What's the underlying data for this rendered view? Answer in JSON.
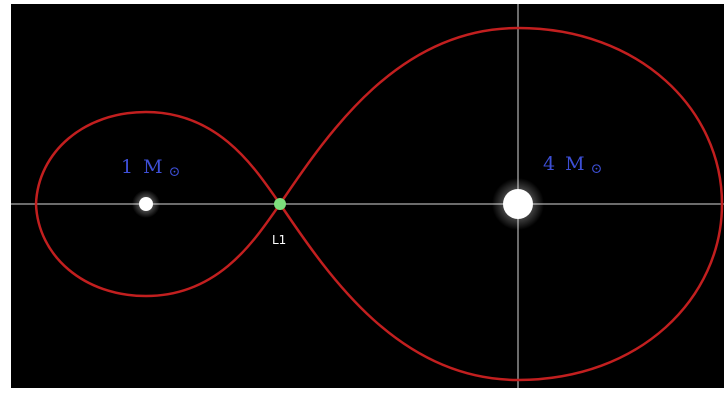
{
  "diagram": {
    "colors": {
      "background": "#000000",
      "axis": "#8f8f8f",
      "roche_lobe": "#c21f1f",
      "mass_label": "#3d4fd6",
      "lagrange_point": "#7dde7d",
      "star": "#ffffff"
    },
    "left_star": {
      "mass_value": "1",
      "mass_unit": "M",
      "unit_symbol": "⊙"
    },
    "right_star": {
      "mass_value": "4",
      "mass_unit": "M",
      "unit_symbol": "⊙"
    },
    "lagrange_point": {
      "label": "L1"
    }
  }
}
